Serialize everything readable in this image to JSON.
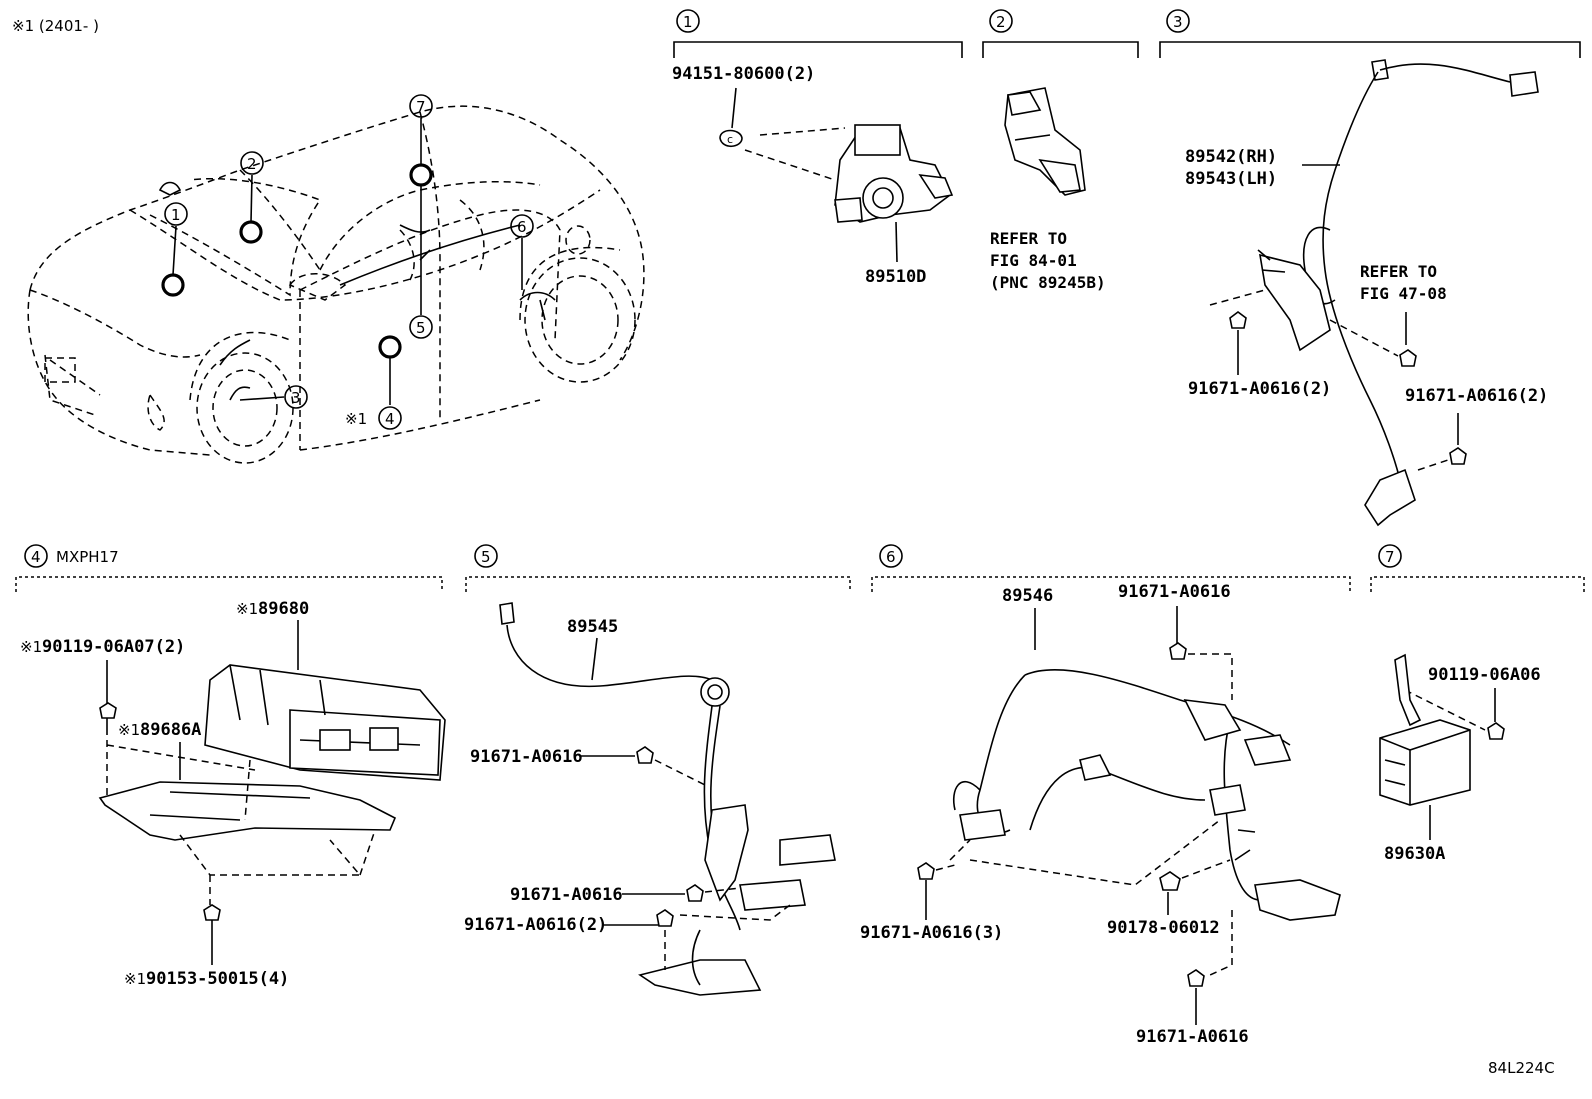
{
  "header": {
    "note": "※1 (2401-      )"
  },
  "sections": [
    {
      "num": "1"
    },
    {
      "num": "2"
    },
    {
      "num": "3"
    },
    {
      "num": "4"
    },
    {
      "num": "5"
    },
    {
      "num": "6"
    },
    {
      "num": "7"
    }
  ],
  "overview": {
    "callouts": [
      "1",
      "2",
      "3",
      "4",
      "5",
      "6",
      "7"
    ],
    "note_prefix": "※1"
  },
  "section1": {
    "parts": [
      "94151-80600(2)",
      "89510D"
    ]
  },
  "section2": {
    "refer": [
      "REFER TO",
      "FIG 84-01",
      "(PNC 89245B)"
    ]
  },
  "section3": {
    "parts": [
      "89542(RH)",
      "89543(LH)",
      "91671-A0616(2)",
      "91671-A0616(2)"
    ],
    "refer": [
      "REFER TO",
      "FIG 47-08"
    ]
  },
  "section4": {
    "title": "MXPH17",
    "mark": "※1",
    "parts": [
      "89680",
      "90119-06A07(2)",
      "89686A",
      "90153-50015(4)"
    ]
  },
  "section5": {
    "parts": [
      "89545",
      "91671-A0616",
      "91671-A0616",
      "91671-A0616(2)"
    ]
  },
  "section6": {
    "parts": [
      "89546",
      "91671-A0616",
      "91671-A0616(3)",
      "90178-06012",
      "91671-A0616"
    ]
  },
  "section7": {
    "parts": [
      "90119-06A06",
      "89630A"
    ]
  },
  "footer": {
    "code": "84L224C"
  }
}
